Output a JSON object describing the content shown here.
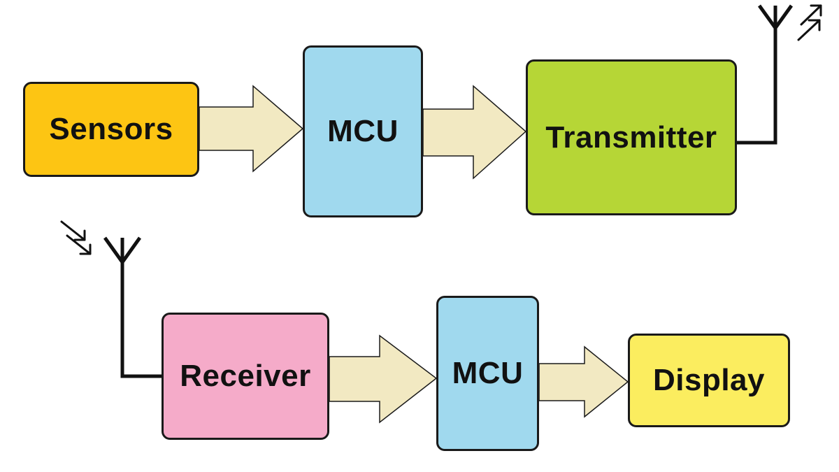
{
  "colors": {
    "sensors": "#fdc513",
    "mcu": "#a0d9ee",
    "transmitter": "#b6d636",
    "receiver": "#f5abc9",
    "display": "#fbed5f",
    "arrow_fill": "#f2e9c2",
    "arrow_stroke": "#1a1a1a",
    "line": "#111111"
  },
  "diagram": {
    "top_row": {
      "sensors": {
        "label": "Sensors"
      },
      "mcu": {
        "label": "MCU"
      },
      "transmitter": {
        "label": "Transmitter"
      }
    },
    "bottom_row": {
      "receiver": {
        "label": "Receiver"
      },
      "mcu": {
        "label": "MCU"
      },
      "display": {
        "label": "Display"
      }
    },
    "icons": [
      "antenna-icon",
      "signal-out-icon",
      "antenna-icon",
      "signal-in-icon"
    ]
  }
}
